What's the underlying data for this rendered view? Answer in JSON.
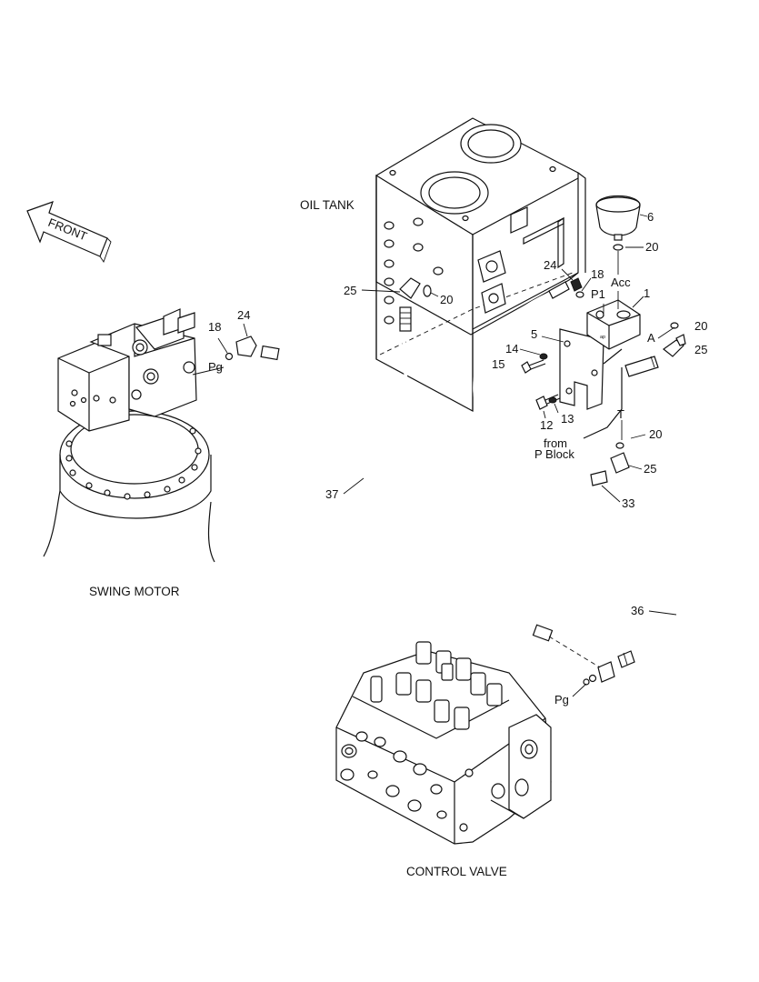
{
  "labels": {
    "front": "FRONT",
    "oil_tank": "OIL TANK",
    "swing_motor": "SWING MOTOR",
    "control_valve": "CONTROL VALVE",
    "acc": "Acc",
    "p1": "P1",
    "a_port": "A",
    "t_port": "T",
    "from_line1": "from",
    "from_line2": "P  Block",
    "pg_motor": "Pg",
    "pg_valve": "Pg"
  },
  "part_numbers": {
    "n1": "1",
    "n5": "5",
    "n6": "6",
    "n12": "12",
    "n13": "13",
    "n14": "14",
    "n15": "15",
    "n18_motor": "18",
    "n18_block": "18",
    "n20_tank": "20",
    "n20_acc": "20",
    "n20_a": "20",
    "n20_t": "20",
    "n24_motor": "24",
    "n24_block": "24",
    "n25_tank": "25",
    "n25_a": "25",
    "n25_t": "25",
    "n33": "33",
    "n36": "36",
    "n37": "37"
  }
}
